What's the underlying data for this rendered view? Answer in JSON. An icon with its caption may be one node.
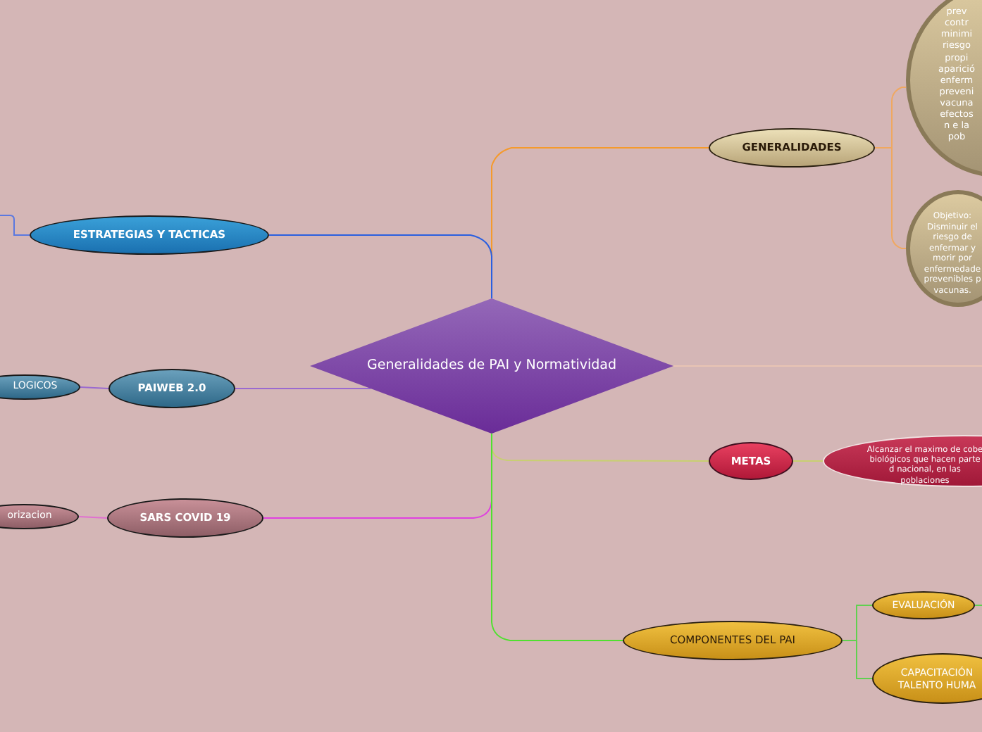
{
  "diagram": {
    "nodes": [
      {
        "text": [
          "Generalidades de PAI y Normatividad"
        ]
      },
      {
        "text": [
          "GENERALIDADES"
        ]
      },
      {
        "text": [
          "prev contr minimi riesgo propi aparició enferm preveni vacuna efectos n e la pob"
        ]
      },
      {
        "text": [
          "Objetivo: Disminuir el riesgo de enfermar y morir por enfermedade prevenibles p vacunas."
        ]
      },
      {
        "text": [
          "ESTRATEGIAS Y TACTICAS"
        ]
      },
      {
        "text": [
          "PAIWEB 2.0"
        ]
      },
      {
        "text": [
          "LOGICOS"
        ]
      },
      {
        "text": [
          "METAS"
        ]
      },
      {
        "text": [
          "Alcanzar el maximo de cobe biológicos que hacen parte d nacional, en las poblaciones"
        ]
      },
      {
        "text": [
          "SARS COVID 19"
        ]
      },
      {
        "text": [
          "orizacion"
        ]
      },
      {
        "text": [
          "COMPONENTES DEL PAI"
        ]
      },
      {
        "text": [
          "EVALUACIÓN"
        ]
      },
      {
        "text": [
          "CAPACITACIÓN TALENTO HUMA"
        ]
      }
    ],
    "edges": [
      {
        "from": 0,
        "to": 1,
        "arrow": "none",
        "color": "#f59a2c"
      },
      {
        "from": 1,
        "to": 2,
        "arrow": "none",
        "color": "#f0a860"
      },
      {
        "from": 1,
        "to": 3,
        "arrow": "none",
        "color": "#f0a860"
      },
      {
        "from": 0,
        "to": 4,
        "arrow": "none",
        "color": "#2a5fe0"
      },
      {
        "from": 4,
        "to": null,
        "arrow": "none",
        "color": "#5a78e0"
      },
      {
        "from": 0,
        "to": 5,
        "arrow": "none",
        "color": "#9a6ad0"
      },
      {
        "from": 5,
        "to": 6,
        "arrow": "none",
        "color": "#9a6ad0"
      },
      {
        "from": 0,
        "to": 7,
        "arrow": "none",
        "color": "#c8d070"
      },
      {
        "from": 7,
        "to": 8,
        "arrow": "none",
        "color": "#c8d070"
      },
      {
        "from": 0,
        "to": 9,
        "arrow": "none",
        "color": "#e040e0"
      },
      {
        "from": 9,
        "to": 10,
        "arrow": "none",
        "color": "#e070d0"
      },
      {
        "from": 0,
        "to": 11,
        "arrow": "none",
        "color": "#50e030"
      },
      {
        "from": 11,
        "to": 12,
        "arrow": "none",
        "color": "#60d050"
      },
      {
        "from": 11,
        "to": 13,
        "arrow": "none",
        "color": "#60d050"
      },
      {
        "from": 12,
        "to": null,
        "arrow": "none",
        "color": "#60d050"
      },
      {
        "from": 0,
        "to": null,
        "arrow": "none",
        "color": "#e8c4b4"
      }
    ]
  }
}
